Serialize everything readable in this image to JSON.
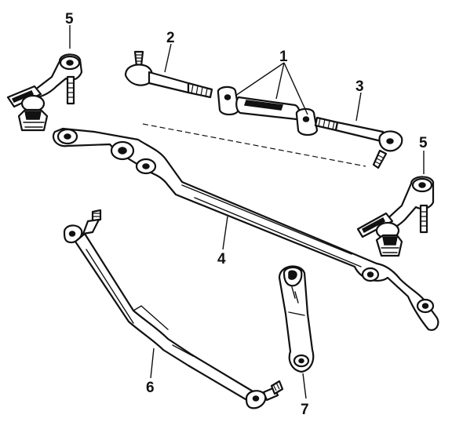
{
  "callouts": {
    "c1": "1",
    "c2": "2",
    "c3": "3",
    "c4": "4",
    "c5a": "5",
    "c5b": "5",
    "c6": "6",
    "c7": "7"
  },
  "colors": {
    "ink": "#111111",
    "paper": "#ffffff"
  }
}
